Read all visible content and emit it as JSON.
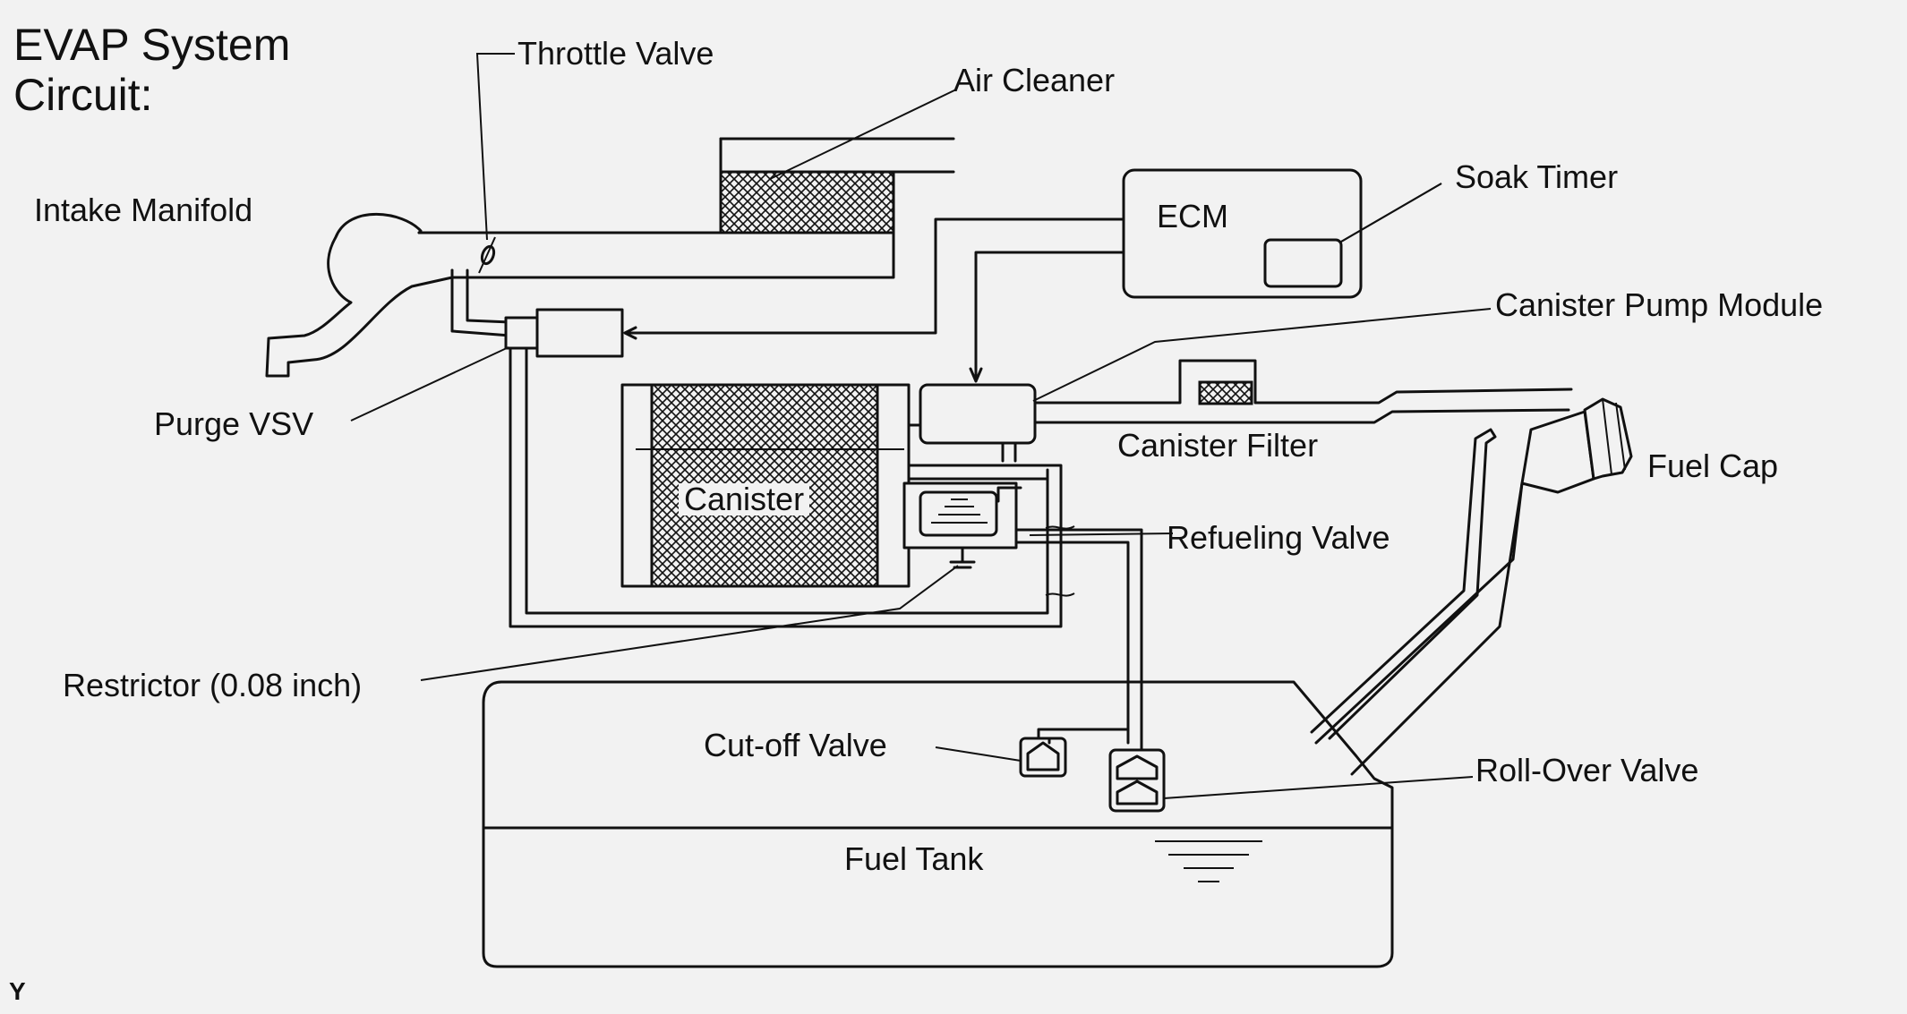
{
  "title_line1": "EVAP System",
  "title_line2": "Circuit:",
  "labels": {
    "throttle_valve": "Throttle Valve",
    "air_cleaner": "Air Cleaner",
    "intake_manifold": "Intake Manifold",
    "ecm": "ECM",
    "soak_timer": "Soak Timer",
    "canister_pump_module": "Canister Pump Module",
    "purge_vsv": "Purge VSV",
    "canister_filter": "Canister Filter",
    "fuel_cap": "Fuel Cap",
    "canister": "Canister",
    "refueling_valve": "Refueling Valve",
    "restrictor": "Restrictor (0.08 inch)",
    "cut_off_valve": "Cut-off Valve",
    "roll_over_valve": "Roll-Over Valve",
    "fuel_tank": "Fuel Tank"
  },
  "corner_mark": "Y"
}
